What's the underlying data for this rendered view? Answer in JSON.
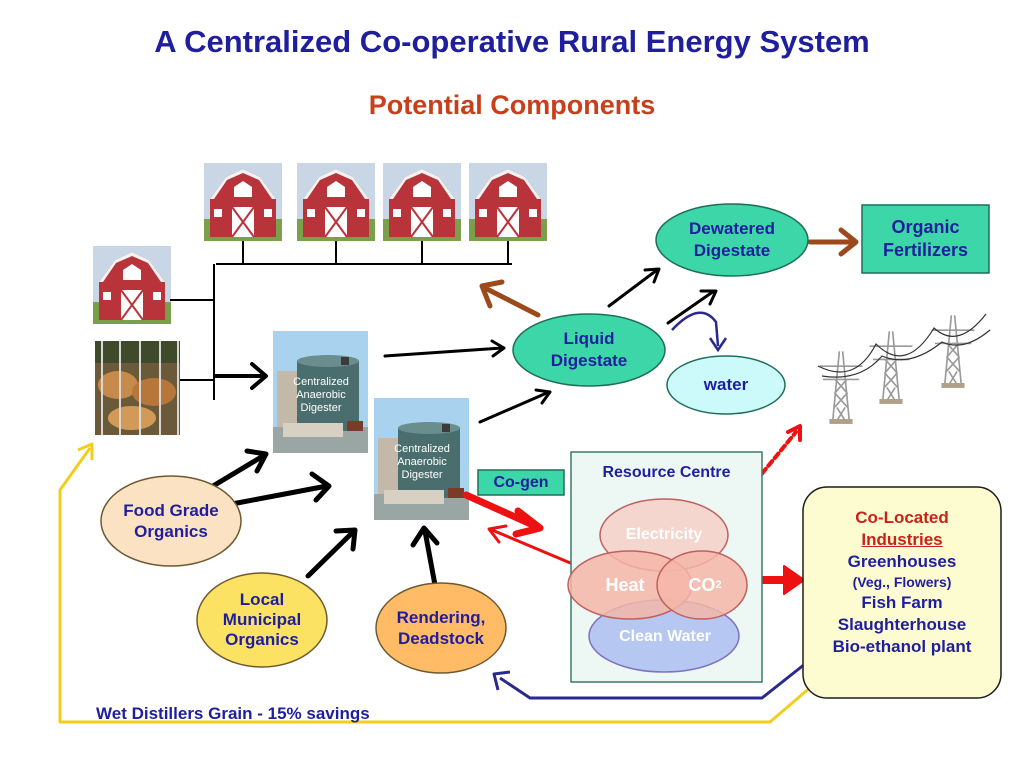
{
  "title": "A Centralized Co-operative Rural Energy System",
  "subtitle": "Potential Components",
  "nodes": {
    "digester_1": [
      "Centralized",
      "Anaerobic",
      "Digester"
    ],
    "digester_2": [
      "Centralized",
      "Anaerobic",
      "Digester"
    ],
    "liquid_digestate": [
      "Liquid",
      "Digestate"
    ],
    "dewatered_digestate": [
      "Dewatered",
      "Digestate"
    ],
    "organic_fertilizers": [
      "Organic",
      "Fertilizers"
    ],
    "water": "water",
    "cogen": "Co-gen",
    "resource_centre": {
      "title": "Resource Centre",
      "electricity": "Electricity",
      "heat": "Heat",
      "co2_base": "CO",
      "co2_sub": "2",
      "clean_water": "Clean Water"
    },
    "co_located": {
      "line1": "Co-Located",
      "line2": "Industries",
      "items": [
        "Greenhouses",
        "(Veg., Flowers)",
        "Fish Farm",
        "Slaughterhouse",
        "Bio-ethanol plant"
      ]
    },
    "food_grade": [
      "Food Grade",
      "Organics"
    ],
    "local_municipal": [
      "Local",
      "Municipal",
      "Organics"
    ],
    "rendering": [
      "Rendering,",
      "Deadstock"
    ],
    "wet_distillers": "Wet Distillers Grain - 15% savings"
  },
  "icons": {
    "barn": "barn-icon",
    "cattle": "cattle-photo",
    "digester": "digester-tank-icon",
    "power_lines": "power-transmission-tower-icon"
  },
  "colors": {
    "title": "#1f1f9e",
    "subtitle": "#c8401b",
    "teal_node": "#3cd6a8",
    "red_arrow": "#ee1111",
    "brown_arrow": "#9c4a1c",
    "navy_arrow": "#2a2a8c",
    "yellow_line": "#f2cd1e"
  }
}
